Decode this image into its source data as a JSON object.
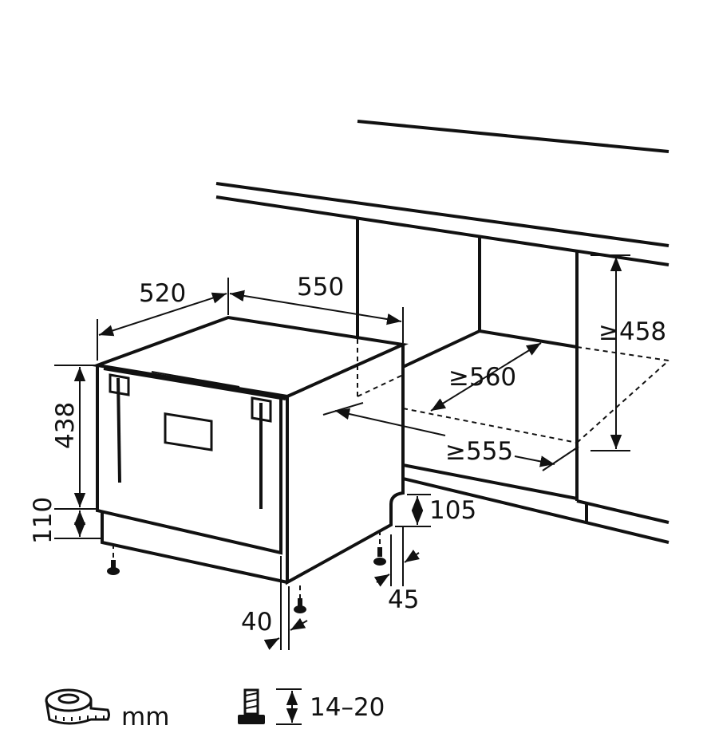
{
  "dimensions": {
    "depth": "520",
    "width": "550",
    "height": "438",
    "plinth_height": "110",
    "plinth_recess": "105",
    "rear_offset": "45",
    "door_offset": "40",
    "niche_height": "≥458",
    "niche_width": "≥560",
    "niche_depth": "≥555"
  },
  "legend": {
    "unit_icon": "tape-measure-icon",
    "unit_label": "mm",
    "foot_icon": "adjustable-foot-icon",
    "foot_range": "14–20"
  }
}
